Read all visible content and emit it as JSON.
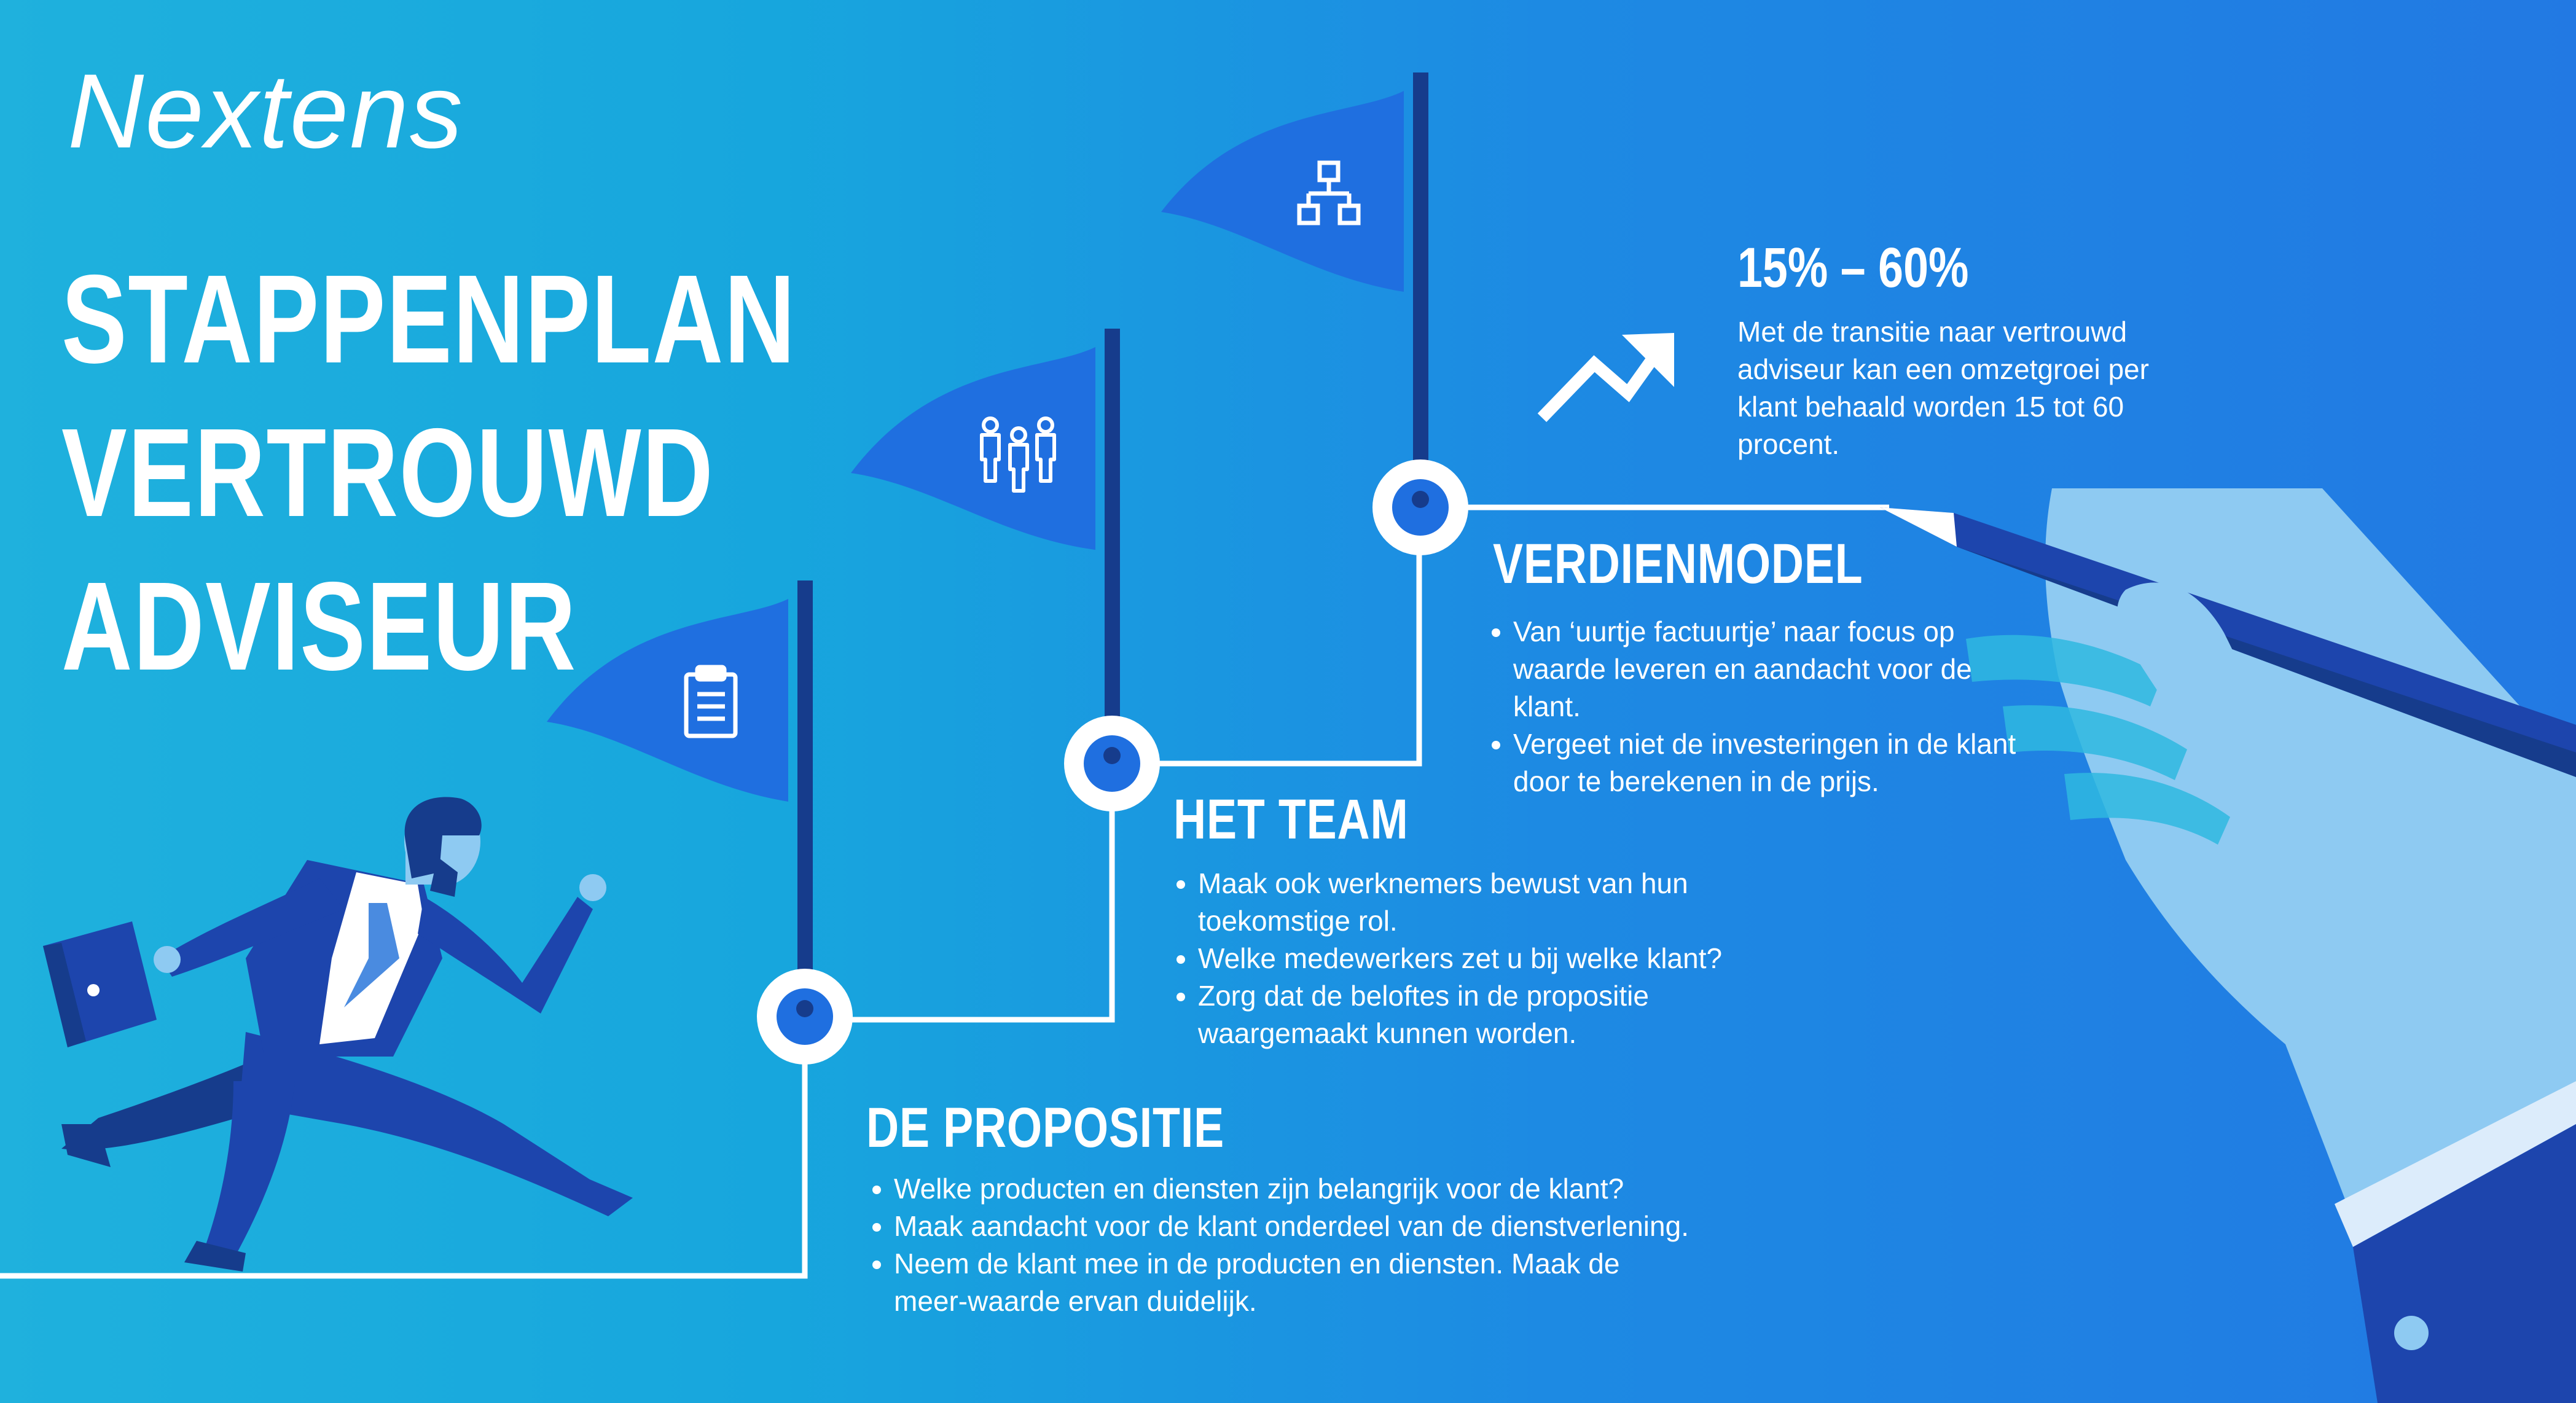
{
  "brand": {
    "logo_text": "Nextens"
  },
  "title": {
    "lines": [
      "STAPPENPLAN",
      "VERTROUWD",
      "ADVISEUR"
    ]
  },
  "steps": [
    {
      "title": "DE PROPOSITIE",
      "icon": "clipboard-icon",
      "bullets": [
        "Welke producten en diensten zijn belangrijk voor de klant?",
        "Maak aandacht voor de klant onderdeel van de dienstverlening.",
        "Neem de klant mee in de producten en diensten. Maak de meer-waarde ervan duidelijk."
      ]
    },
    {
      "title": "HET TEAM",
      "icon": "team-icon",
      "bullets": [
        "Maak ook werknemers bewust van hun toekomstige rol.",
        "Welke medewerkers zet u bij welke klant?",
        "Zorg dat de beloftes in de propositie waargemaakt kunnen worden."
      ]
    },
    {
      "title": "VERDIENMODEL",
      "icon": "hierarchy-icon",
      "bullets": [
        "Van ‘uurtje factuurtje’ naar focus op waarde leveren en aandacht voor de klant.",
        "Vergeet niet de investeringen in de klant door te berekenen in de prijs."
      ]
    }
  ],
  "stat": {
    "value": "15% – 60%",
    "text": "Met de transitie naar vertrouwd adviseur kan een omzetgroei per klant behaald worden 15 tot 60 procent.",
    "icon": "trend-up-arrow-icon"
  },
  "illustrations": [
    "running-businessman",
    "hand-holding-pen"
  ],
  "colors": {
    "background_start": "#1fb1dd",
    "background_end": "#2279e3",
    "flag": "#1f6fe0",
    "pole": "#163c8c",
    "node_fill": "#1f6fe0",
    "line": "#ffffff",
    "suit": "#1d45ad",
    "hand": "#8ecaf2"
  }
}
